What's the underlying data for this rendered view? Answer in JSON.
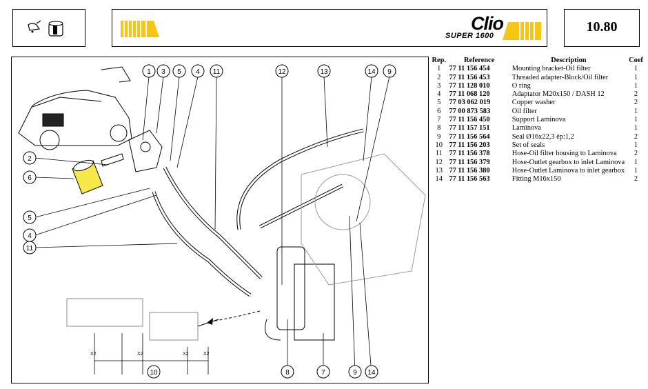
{
  "page_number": "10.80",
  "logo": {
    "title": "Clio",
    "subtitle": "SUPER 1600"
  },
  "icons": {
    "header_icon": "oil-can-filter-icon",
    "banner_icon": "yellow-stripes-icon"
  },
  "colors": {
    "accent_yellow": "#f5c518",
    "highlight_yellow": "#f7e84a"
  },
  "table": {
    "headers": {
      "rep": "Rep.",
      "reference": "Reference",
      "description": "Description",
      "coef": "Coef"
    },
    "rows": [
      {
        "rep": "1",
        "reference": "77 11 156 454",
        "description": "Mounting bracket-Oil filter",
        "coef": "1"
      },
      {
        "rep": "2",
        "reference": "77 11 156 453",
        "description": "Threaded adapter-Block/Oil filter",
        "coef": "1"
      },
      {
        "rep": "3",
        "reference": "77 11 128 010",
        "description": "O ring",
        "coef": "1"
      },
      {
        "rep": "4",
        "reference": "77 11 068 120",
        "description": "Adaptator M20x150 / DASH 12",
        "coef": "2"
      },
      {
        "rep": "5",
        "reference": "77 03 062 019",
        "description": "Copper washer",
        "coef": "2"
      },
      {
        "rep": "6",
        "reference": "77 00 873 583",
        "description": "Oil filter",
        "coef": "1"
      },
      {
        "rep": "7",
        "reference": "77 11 156 450",
        "description": "Support Laminova",
        "coef": "1"
      },
      {
        "rep": "8",
        "reference": "77 11 157 151",
        "description": "Laminova",
        "coef": "1"
      },
      {
        "rep": "9",
        "reference": "77 11 156 564",
        "description": "Seal Ø16x22,3 ép:1,2",
        "coef": "2"
      },
      {
        "rep": "10",
        "reference": "77 11 156 203",
        "description": "Set of seals",
        "coef": "1"
      },
      {
        "rep": "11",
        "reference": "77 11 156 378",
        "description": "Hose-Oil filter housing to Laminova",
        "coef": "2"
      },
      {
        "rep": "12",
        "reference": "77 11 156 379",
        "description": "Hose-Outlet gearbox to inlet Laminova",
        "coef": "1"
      },
      {
        "rep": "13",
        "reference": "77 11 156 380",
        "description": "Hose-Outlet Laminova to inlet gearbox",
        "coef": "1"
      },
      {
        "rep": "14",
        "reference": "77 11 156 563",
        "description": "Fitting M16x150",
        "coef": "2"
      }
    ]
  },
  "diagram": {
    "callouts": [
      "1",
      "3",
      "5",
      "4",
      "11",
      "12",
      "13",
      "14",
      "9",
      "2",
      "6",
      "5",
      "4",
      "11",
      "10",
      "8",
      "7",
      "9",
      "14"
    ],
    "multiplier_label": "X2"
  }
}
